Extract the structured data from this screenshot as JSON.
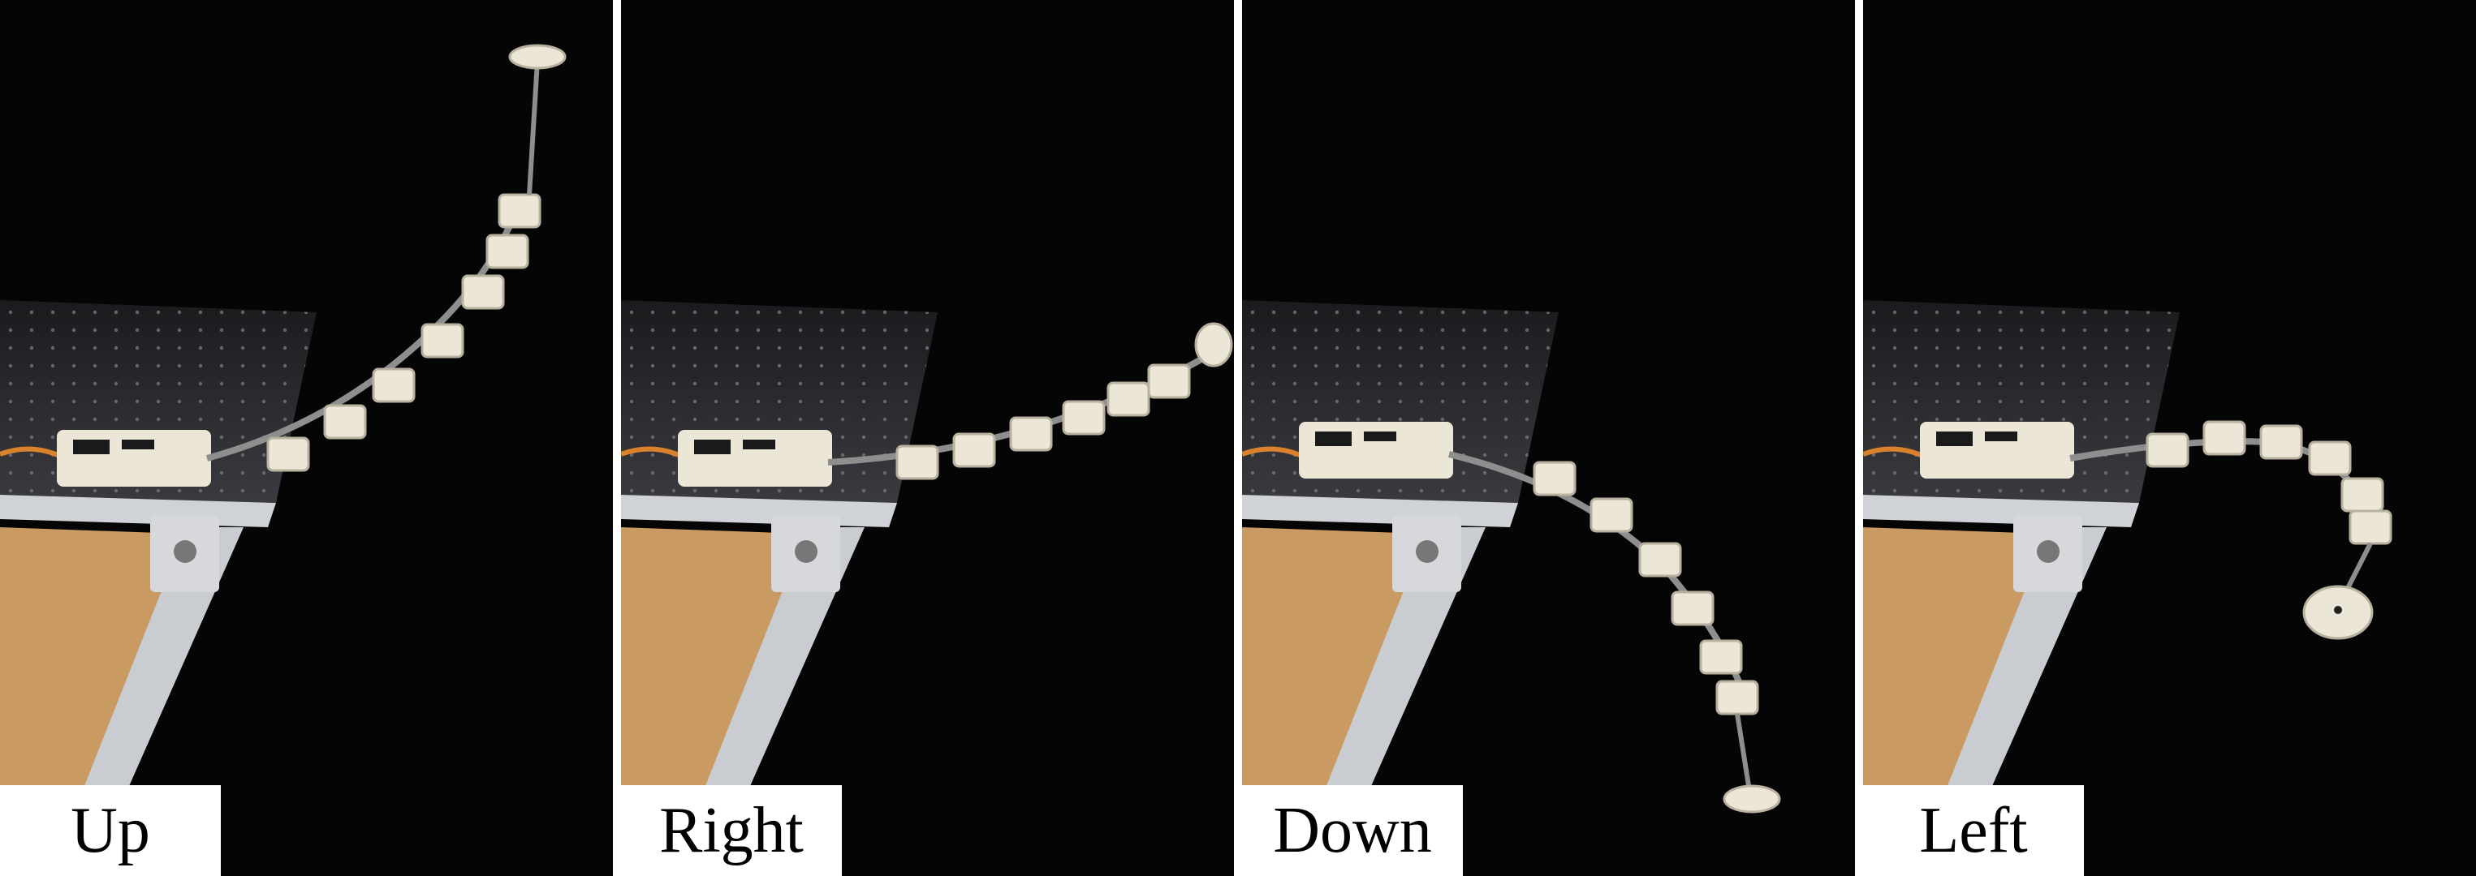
{
  "figure": {
    "panels": [
      {
        "id": "up",
        "label": "Up"
      },
      {
        "id": "right",
        "label": "Right"
      },
      {
        "id": "down",
        "label": "Down"
      },
      {
        "id": "left",
        "label": "Left"
      }
    ]
  },
  "colors": {
    "background": "#050505",
    "divider": "#ffffff",
    "robot_body": "#ece6d6",
    "robot_shadow": "#b9b1a0",
    "rod": "#8e8e8e",
    "table_top": "#2a2a2e",
    "wood": "#c99a62",
    "aluminum": "#c9ccd1",
    "cable": "#d9822b"
  }
}
